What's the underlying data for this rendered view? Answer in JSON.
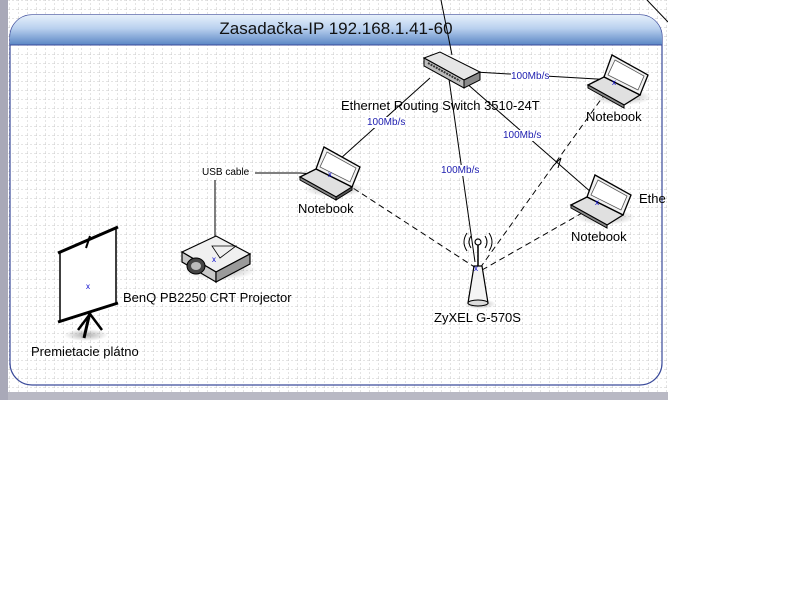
{
  "title": "Zasadačka-IP 192.168.1.41-60",
  "devices": {
    "switch": "Ethernet Routing Switch 3510-24T",
    "notebook_left": "Notebook",
    "notebook_top_right": "Notebook",
    "notebook_right": "Notebook",
    "router": "ZyXEL G-570S",
    "projector": "BenQ PB2250 CRT Projector",
    "screen": "Premietacie plátno",
    "cut_label": "Ethe"
  },
  "connections": {
    "usb": "USB cable",
    "speed_switch_nb_left": "100Mb/s",
    "speed_switch_nb_top_right": "100Mb/s",
    "speed_switch_nb_right": "100Mb/s",
    "speed_switch_router": "100Mb/s"
  },
  "colors": {
    "title_bar_top": "#dce9f7",
    "title_bar_bottom": "#5a86c4",
    "container_border": "#3a4a9a",
    "grid": "#c8c8c8",
    "speed_text": "#2020b0"
  }
}
